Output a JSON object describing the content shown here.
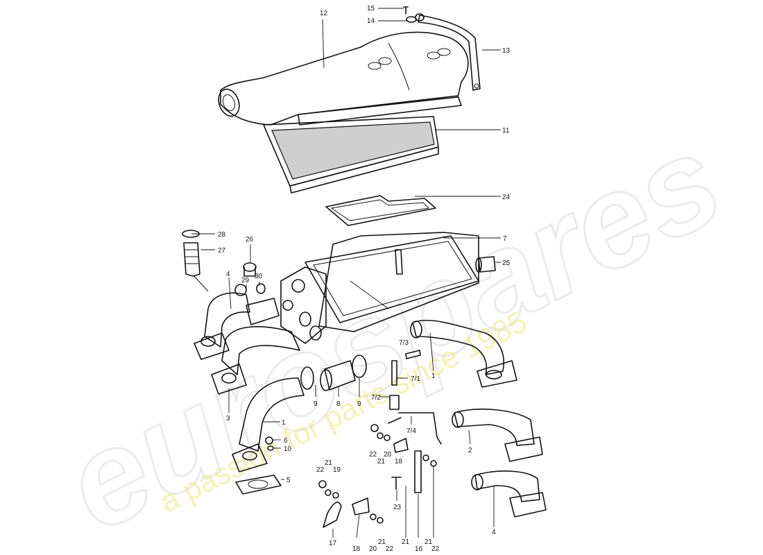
{
  "watermark": {
    "brand": "eurospares",
    "tagline": "a passion for parts since 1985"
  },
  "callouts": [
    {
      "id": "c12",
      "text": "12"
    },
    {
      "id": "c15",
      "text": "15"
    },
    {
      "id": "c14",
      "text": "14"
    },
    {
      "id": "c13",
      "text": "13"
    },
    {
      "id": "c11",
      "text": "11"
    },
    {
      "id": "c24",
      "text": "24"
    },
    {
      "id": "c28",
      "text": "28"
    },
    {
      "id": "c27",
      "text": "27"
    },
    {
      "id": "c26",
      "text": "26"
    },
    {
      "id": "c7",
      "text": "7"
    },
    {
      "id": "c25",
      "text": "25"
    },
    {
      "id": "c4a",
      "text": "4"
    },
    {
      "id": "c29",
      "text": "29"
    },
    {
      "id": "c30",
      "text": "30"
    },
    {
      "id": "c73",
      "text": "7/3"
    },
    {
      "id": "c1a",
      "text": "1"
    },
    {
      "id": "c71",
      "text": "7/1"
    },
    {
      "id": "c9a",
      "text": "9"
    },
    {
      "id": "c8",
      "text": "8"
    },
    {
      "id": "c9b",
      "text": "9"
    },
    {
      "id": "c72",
      "text": "7/2"
    },
    {
      "id": "c3",
      "text": "3"
    },
    {
      "id": "c1b",
      "text": "1"
    },
    {
      "id": "c74",
      "text": "7/4"
    },
    {
      "id": "c6",
      "text": "6"
    },
    {
      "id": "c10",
      "text": "10"
    },
    {
      "id": "c22a",
      "text": "22"
    },
    {
      "id": "c21a",
      "text": "21"
    },
    {
      "id": "c20a",
      "text": "20"
    },
    {
      "id": "c18a",
      "text": "18"
    },
    {
      "id": "c2",
      "text": "2"
    },
    {
      "id": "c21b",
      "text": "21"
    },
    {
      "id": "c19",
      "text": "19"
    },
    {
      "id": "c22b",
      "text": "22"
    },
    {
      "id": "c5",
      "text": "5"
    },
    {
      "id": "c23",
      "text": "23"
    },
    {
      "id": "c4b",
      "text": "4"
    },
    {
      "id": "c17",
      "text": "17"
    },
    {
      "id": "c18b",
      "text": "18"
    },
    {
      "id": "c20b",
      "text": "20"
    },
    {
      "id": "c21c",
      "text": "21"
    },
    {
      "id": "c22c",
      "text": "22"
    },
    {
      "id": "c21d",
      "text": "21"
    },
    {
      "id": "c16",
      "text": "16"
    },
    {
      "id": "c21e",
      "text": "21"
    },
    {
      "id": "c22d",
      "text": "22"
    }
  ]
}
